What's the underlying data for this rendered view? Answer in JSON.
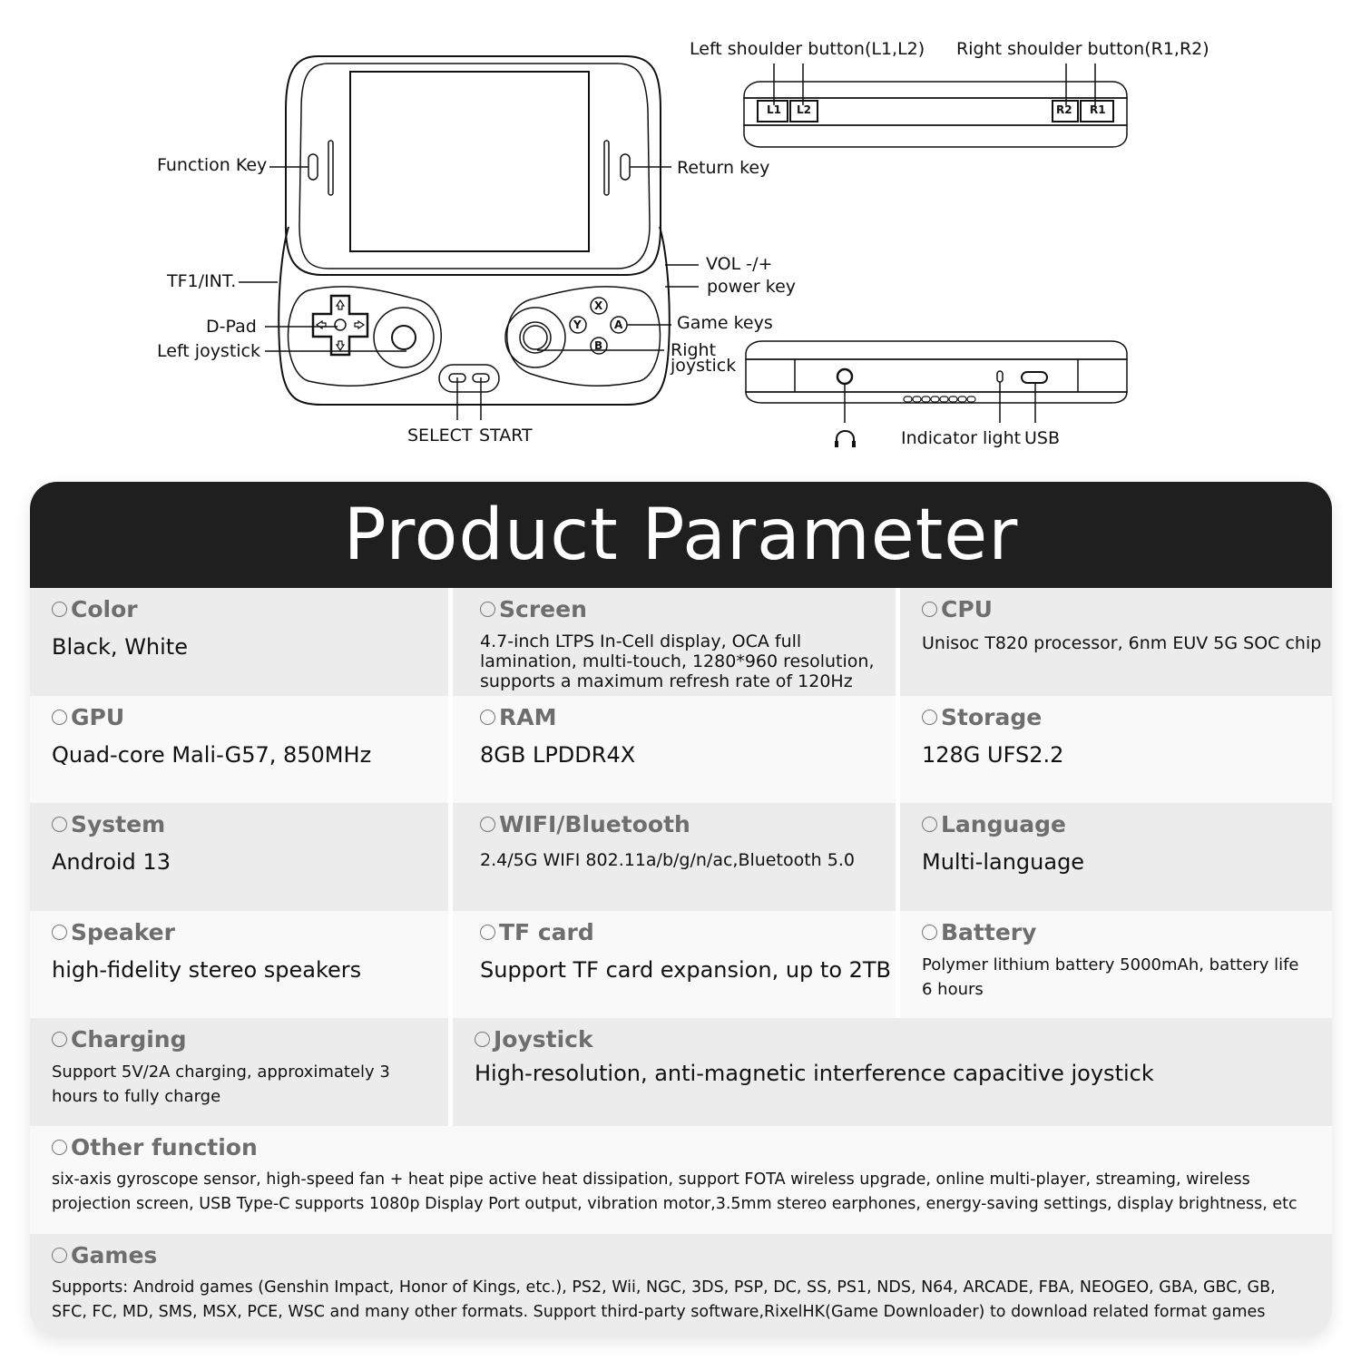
{
  "diagram": {
    "front_labels": {
      "function_key": "Function Key",
      "return_key": "Return key",
      "tf1_int": "TF1/INT.",
      "d_pad": "D-Pad",
      "left_joystick": "Left joystick",
      "vol": "VOL -/+",
      "power_key": "power key",
      "game_keys": "Game keys",
      "right_joystick_line1": "Right",
      "right_joystick_line2": "joystick",
      "select": "SELECT",
      "start": "START"
    },
    "face_buttons": [
      "X",
      "Y",
      "A",
      "B"
    ],
    "top_labels": {
      "left_shoulder": "Left shoulder button(L1,L2)",
      "right_shoulder": "Right shoulder button(R1,R2)",
      "l1": "L1",
      "l2": "L2",
      "r2": "R2",
      "r1": "R1"
    },
    "bottom_labels": {
      "indicator_light": "Indicator light",
      "usb": "USB",
      "headphone_icon": "headphone-icon"
    }
  },
  "params": {
    "title": "Product Parameter",
    "colors": {
      "header_bg": "#1f1f1f",
      "row_gray": "#ececec",
      "row_white": "#f9f9f9",
      "title_gray": "#6e6e6e"
    },
    "rows": [
      [
        {
          "label": "Color",
          "value": "Black, White"
        },
        {
          "label": "Screen",
          "value": "4.7-inch LTPS In-Cell display, OCA full lamination, multi-touch, 1280*960 resolution, supports a maximum refresh rate of 120Hz"
        },
        {
          "label": "CPU",
          "value": "Unisoc T820 processor, 6nm EUV 5G SOC chip"
        }
      ],
      [
        {
          "label": "GPU",
          "value": "Quad-core Mali-G57, 850MHz"
        },
        {
          "label": "RAM",
          "value": "8GB LPDDR4X"
        },
        {
          "label": "Storage",
          "value": "128G UFS2.2"
        }
      ],
      [
        {
          "label": "System",
          "value": "Android 13"
        },
        {
          "label": "WIFI/Bluetooth",
          "value": "2.4/5G WIFI 802.11a/b/g/n/ac,Bluetooth 5.0"
        },
        {
          "label": "Language",
          "value": "Multi-language"
        }
      ],
      [
        {
          "label": "Speaker",
          "value": "high-fidelity stereo speakers"
        },
        {
          "label": "TF card",
          "value": "Support TF card expansion, up to 2TB"
        },
        {
          "label": "Battery",
          "value": "Polymer lithium battery 5000mAh, battery life 6 hours"
        }
      ],
      [
        {
          "label": "Charging",
          "value": "Support 5V/2A charging,  approximately 3 hours to fully charge"
        },
        {
          "label": "Joystick",
          "value": "High-resolution, anti-magnetic interference capacitive joystick"
        }
      ],
      [
        {
          "label": "Other function",
          "value": "six-axis gyroscope sensor, high-speed fan + heat pipe active heat dissipation, support FOTA wireless upgrade, online multi-player, streaming, wireless projection screen, USB Type-C supports 1080p Display Port output, vibration motor,3.5mm stereo earphones, energy-saving settings, display brightness, etc"
        }
      ],
      [
        {
          "label": "Games",
          "value": "Supports: Android games (Genshin Impact, Honor of Kings, etc.), PS2, Wii, NGC, 3DS, PSP, DC, SS, PS1, NDS, N64, ARCADE, FBA, NEOGEO, GBA, GBC, GB, SFC, FC, MD, SMS, MSX, PCE, WSC and many other formats. Support third-party software,RixelHK(Game Downloader) to download related format games"
        }
      ]
    ]
  }
}
